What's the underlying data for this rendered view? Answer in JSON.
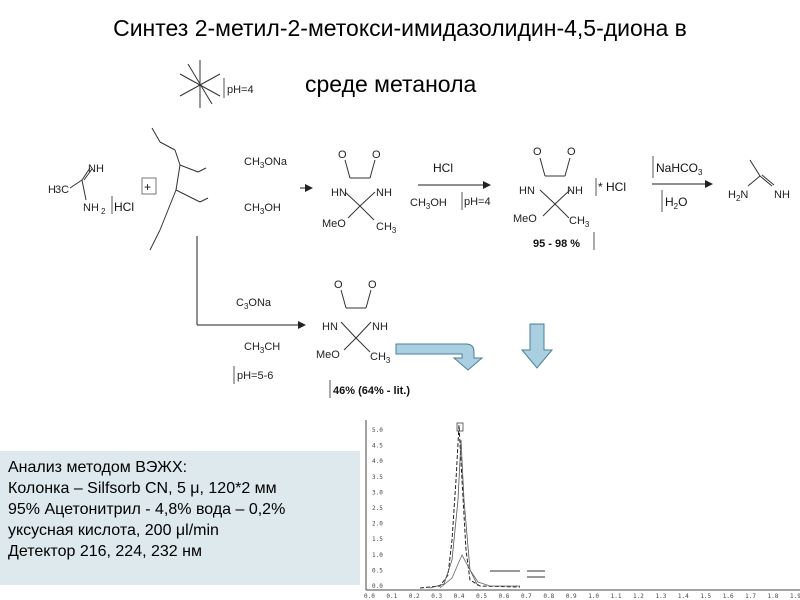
{
  "title": {
    "line1": "Синтез 2-метил-2-метокси-имидазолидин-4,5-диона в",
    "line2": "среде метанола"
  },
  "reaction_scheme": {
    "ph_top": "pH=4",
    "reagent_amidine_nh": "NH",
    "reagent_amidine_nh2": "NH",
    "reagent_amidine_h3c": "H",
    "hcl_label": "HCl",
    "plus": "+",
    "cond1_base": "CH",
    "cond1_base_sub": "3",
    "cond1_base_rest": "ONa",
    "cond1_solvent": "CH",
    "cond1_solvent_sub": "3",
    "cond1_solvent_rest": "OH",
    "ring_o": "O",
    "ring_hn": "HN",
    "ring_nh": "NH",
    "ring_meo": "MeO",
    "ring_ch3": "CH",
    "ring_ch3_sub": "3",
    "cond2_acid": "HCl",
    "cond2_solvent": "CH",
    "cond2_solvent_sub": "3",
    "cond2_solvent_rest": "OH",
    "cond2_ph": "pH=4",
    "product_salt": "* HCl",
    "yield1": "95 - 98 %",
    "cond3_base": "NaHCO",
    "cond3_base_sub": "3",
    "cond3_solvent": "H",
    "cond3_solvent_sub": "2",
    "cond3_solvent_rest": "O",
    "final_h2n": "H",
    "final_h2n_sub": "2",
    "final_h2n_rest": "N",
    "final_nh": "NH",
    "alt_base": "C",
    "alt_base_sub": "3",
    "alt_base_rest": "ONa",
    "alt_solvent": "CH",
    "alt_solvent_sub": "3",
    "alt_solvent_rest": "CH",
    "alt_ph": "pH=5-6",
    "yield2": "46% (64% - lit.)"
  },
  "hplc_info": {
    "lines": [
      "Анализ методом ВЭЖХ:",
      "Колонка – Silfsorb CN, 5 μ, 120*2 мм",
      "95% Ацетонитрил - 4,8% вода – 0,2%",
      "уксусная кислота, 200 μl/min",
      "Детектор 216, 224, 232 нм"
    ]
  },
  "chromatogram": {
    "x_ticks": [
      "0.0",
      "0.1",
      "0.2",
      "0.3",
      "0.4",
      "0.5",
      "0.6",
      "0.7",
      "0.8",
      "0.9",
      "1.0",
      "1.1",
      "1.2",
      "1.3",
      "1.4",
      "1.5",
      "1.6",
      "1.7",
      "1.8",
      "1.9"
    ],
    "y_ticks": [
      "0.0",
      "0.5",
      "1.0",
      "1.5",
      "2.0",
      "2.5",
      "3.0",
      "3.5",
      "4.0",
      "4.5",
      "5.0"
    ]
  },
  "colors": {
    "info_bg": "#dde9ec",
    "arrow_fill": "#a9cfe0",
    "arrow_stroke": "#4d7f99"
  }
}
